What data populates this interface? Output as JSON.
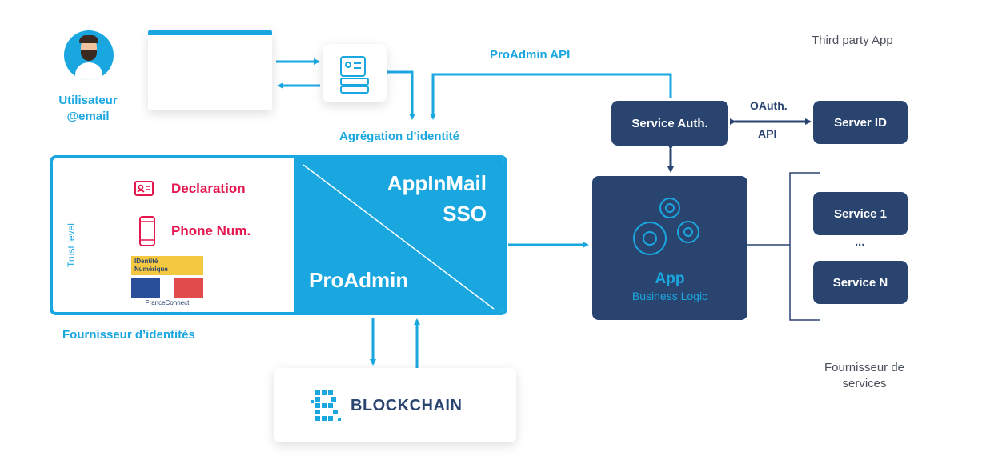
{
  "user": {
    "name": "Utilisateur",
    "email": "@email"
  },
  "labels": {
    "proadmin_api": "ProAdmin API",
    "aggregation": "Agrégation d’identité",
    "third_party": "Third party App",
    "oauth": "OAuth.",
    "api": "API",
    "fournisseur_identites": "Fournisseur d’identités",
    "fournisseur_services": "Fournisseur de services",
    "trust_level": "Trust level"
  },
  "identity_providers": {
    "declaration": "Declaration",
    "phone": "Phone Num.",
    "identite_numerique": [
      "IDentité",
      "Numérique"
    ],
    "franceconnect": "FranceConnect"
  },
  "sso": {
    "title1": "AppInMail",
    "title2": "SSO",
    "proadmin": "ProAdmin"
  },
  "service_auth": "Service Auth.",
  "server_id": "Server ID",
  "app": {
    "title": "App",
    "subtitle": "Business Logic"
  },
  "services": {
    "s1": "Service 1",
    "dots": "...",
    "sn": "Service N"
  },
  "blockchain": "BLOCKCHAIN",
  "colors": {
    "blue": "#1aa7e0",
    "navy": "#2a4470",
    "red": "#e5174f",
    "green": "#3dae5a",
    "orange": "#f08a3c",
    "trust_red": "#e24b4b"
  }
}
